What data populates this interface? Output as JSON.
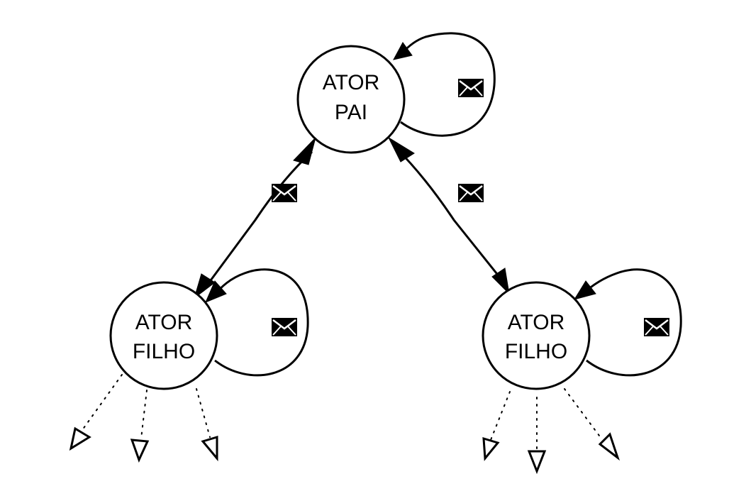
{
  "diagram": {
    "nodes": {
      "parent": {
        "line1": "ATOR",
        "line2": "PAI"
      },
      "child_left": {
        "line1": "ATOR",
        "line2": "FILHO"
      },
      "child_right": {
        "line1": "ATOR",
        "line2": "FILHO"
      }
    },
    "icons": {
      "message": "envelope-icon",
      "spawn": "open-triangle-arrow-icon"
    },
    "colors": {
      "stroke": "#000000",
      "background": "#ffffff"
    }
  }
}
